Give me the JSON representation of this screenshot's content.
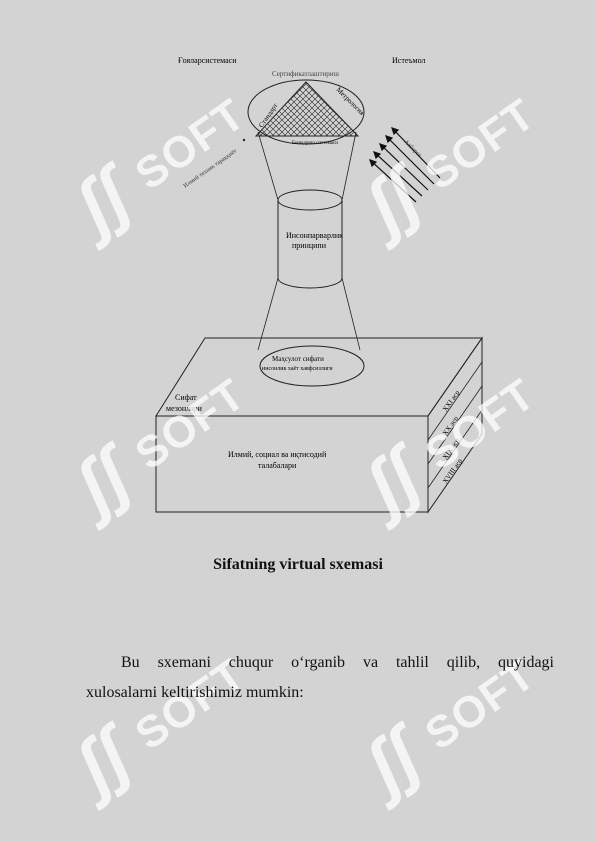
{
  "diagram": {
    "top_left_label": "Ғояларсистемаси",
    "top_right_label": "Истеъмол",
    "cone_top_label": "Сертификатлаштириш",
    "tri_left_label": "Стандарт",
    "tri_right_label": "Метрология",
    "tri_bottom_label": "Бошқариш системаси",
    "cylinder_label_1": "Инсонпарварлик",
    "cylinder_label_2": "принципи",
    "ellipse_label_1": "Маҳсулот сифати",
    "ellipse_label_2": "инсонлик хаёт хавфсизлиги",
    "sifat_label_1": "Сифат",
    "sifat_label_2": "мезонлари",
    "box_label_1": "Илмий, социал ва иқтисодий",
    "box_label_2": "талабалари",
    "side_labels": [
      "XXI аср",
      "XX аср",
      "XIX аср",
      "XVIII аср"
    ],
    "left_diag_label": "Илмий техник тараққиёт",
    "right_arrow_label": "Ахборот"
  },
  "caption": "Sifatning virtual sxemasi",
  "paragraph": {
    "line1": "Bu sxemani chuqur oʻrganib va tahlil qilib, quyidagi",
    "line2": "xulosalarni keltirishimiz mumkin:"
  },
  "watermark": {
    "mark": "ʃʃ",
    "text": "SOFT"
  }
}
